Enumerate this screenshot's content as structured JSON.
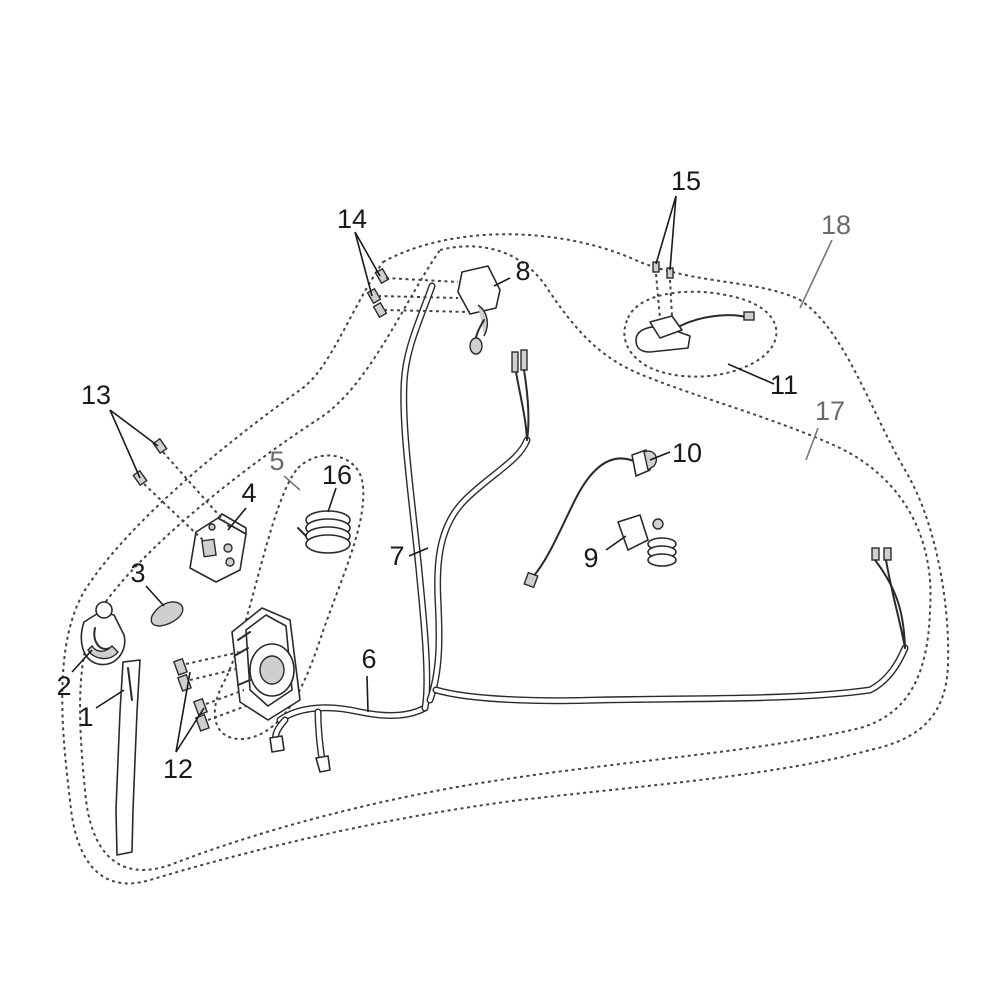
{
  "callouts": [
    {
      "id": "1",
      "text": "1",
      "tone": "dark"
    },
    {
      "id": "2",
      "text": "2",
      "tone": "dark"
    },
    {
      "id": "3",
      "text": "3",
      "tone": "dark"
    },
    {
      "id": "4",
      "text": "4",
      "tone": "dark"
    },
    {
      "id": "5",
      "text": "5",
      "tone": "gray"
    },
    {
      "id": "6",
      "text": "6",
      "tone": "dark"
    },
    {
      "id": "7",
      "text": "7",
      "tone": "dark"
    },
    {
      "id": "8",
      "text": "8",
      "tone": "dark"
    },
    {
      "id": "9",
      "text": "9",
      "tone": "dark"
    },
    {
      "id": "10",
      "text": "10",
      "tone": "dark"
    },
    {
      "id": "11",
      "text": "11",
      "tone": "dark"
    },
    {
      "id": "12",
      "text": "12",
      "tone": "dark"
    },
    {
      "id": "13",
      "text": "13",
      "tone": "dark"
    },
    {
      "id": "14",
      "text": "14",
      "tone": "dark"
    },
    {
      "id": "15",
      "text": "15",
      "tone": "dark"
    },
    {
      "id": "16",
      "text": "16",
      "tone": "dark"
    },
    {
      "id": "17",
      "text": "17",
      "tone": "gray"
    },
    {
      "id": "18",
      "text": "18",
      "tone": "gray"
    }
  ],
  "colors": {
    "line": "#2a2a2a",
    "label_dark": "#1a1a1a",
    "label_gray": "#6b6b6b",
    "background": "#ffffff"
  }
}
